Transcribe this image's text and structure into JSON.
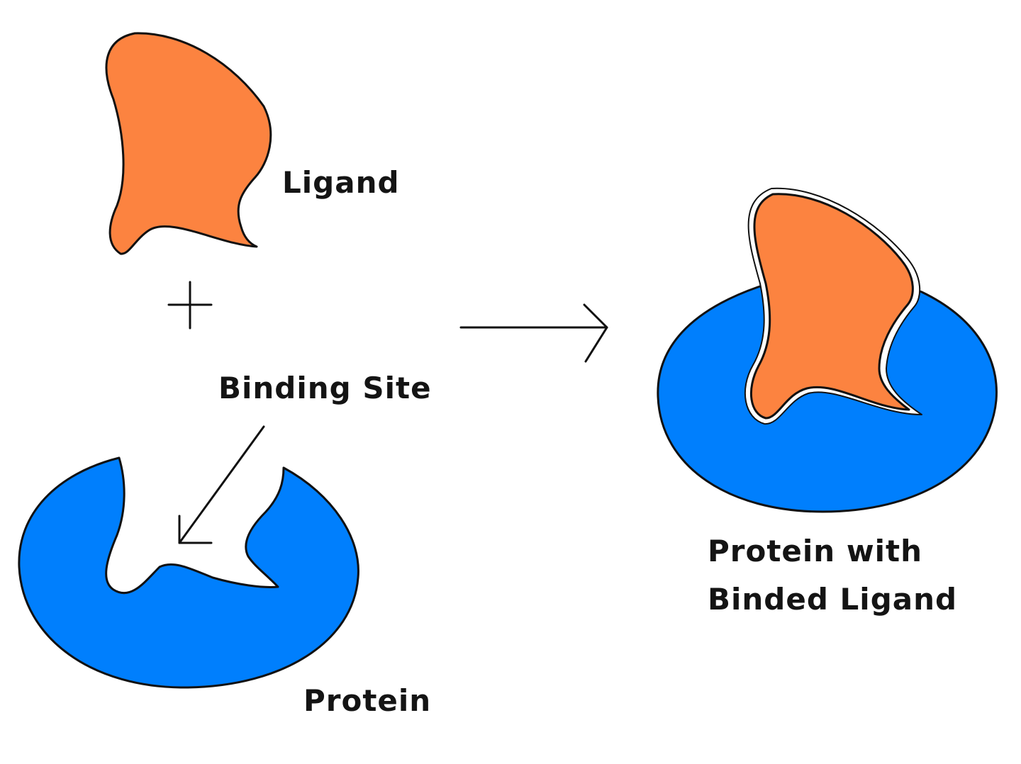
{
  "colors": {
    "ligand": "#FC8340",
    "protein": "#007FFD",
    "background": "#FFFFFF",
    "line": "#111111"
  },
  "labels": {
    "ligand": "Ligand",
    "plus": "+",
    "binding_site": "Binding Site",
    "protein": "Protein",
    "complex_line1": "Protein with",
    "complex_line2": "Binded Ligand"
  }
}
